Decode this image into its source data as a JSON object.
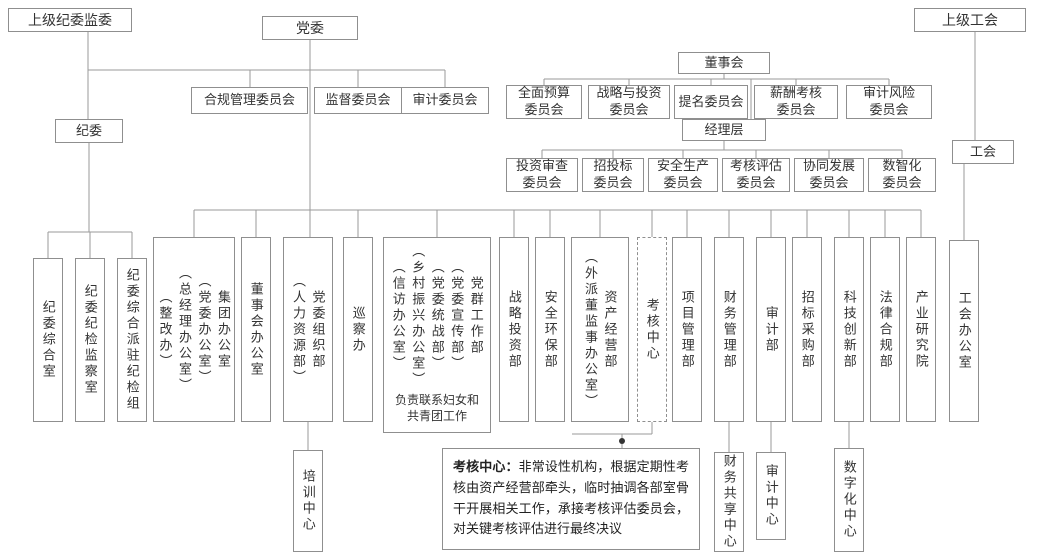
{
  "colors": {
    "border": "#8f8f8f",
    "line": "#9a9a9a",
    "text": "#333333"
  },
  "top": {
    "superior_discipline_commission": "上级纪委监委",
    "party_committee": "党委",
    "superior_union": "上级工会",
    "discipline_commission": "纪委",
    "union": "工会",
    "board_of_directors": "董事会",
    "management_level": "经理层"
  },
  "party_committees": [
    {
      "label": "合规管理委员会"
    },
    {
      "label": "监督委员会"
    },
    {
      "label": "审计委员会"
    }
  ],
  "board_committees": [
    {
      "label": "全面预算\n委员会"
    },
    {
      "label": "战略与投资\n委员会"
    },
    {
      "label": "提名委员会"
    },
    {
      "label": "薪酬考核\n委员会"
    },
    {
      "label": "审计风险\n委员会"
    }
  ],
  "management_committees": [
    {
      "label": "投资审查\n委员会"
    },
    {
      "label": "招投标\n委员会"
    },
    {
      "label": "安全生产\n委员会"
    },
    {
      "label": "考核评估\n委员会"
    },
    {
      "label": "协同发展\n委员会"
    },
    {
      "label": "数智化\n委员会"
    }
  ],
  "discipline_offices": [
    {
      "label": "纪委综合室"
    },
    {
      "label": "纪委纪检监察室"
    },
    {
      "label": "纪委综合派驻纪检组"
    }
  ],
  "departments": [
    {
      "label": "集团办公室\n（党委办公室）\n（总经理办公室）\n（整改办）"
    },
    {
      "label": "董事会办公室"
    },
    {
      "label": "党委组织部\n（人力资源部）"
    },
    {
      "label": "巡察办"
    },
    {
      "label": "党群工作部\n（党委宣传部）\n（党委统战部）\n（乡村振兴办公室）\n（信访办公室）",
      "note": "负责联系妇女和\n共青团工作"
    },
    {
      "label": "战略投资部"
    },
    {
      "label": "安全环保部"
    },
    {
      "label": "资产经营部\n（外派董监事办公室）"
    },
    {
      "label": "考核中心"
    },
    {
      "label": "项目管理部"
    },
    {
      "label": "财务管理部"
    },
    {
      "label": "审计部"
    },
    {
      "label": "招标采购部"
    },
    {
      "label": "科技创新部"
    },
    {
      "label": "法律合规部"
    },
    {
      "label": "产业研究院"
    },
    {
      "label": "工会办公室"
    }
  ],
  "centers": [
    {
      "label": "培训中心"
    },
    {
      "label": "财务共享中心"
    },
    {
      "label": "审计中心"
    },
    {
      "label": "数字化中心"
    }
  ],
  "note": {
    "title": "考核中心：",
    "body": "非常设性机构，根据定期性考核由资产经营部牵头，临时抽调各部室骨干开展相关工作，承接考核评估委员会，对关键考核评估进行最终决议"
  }
}
